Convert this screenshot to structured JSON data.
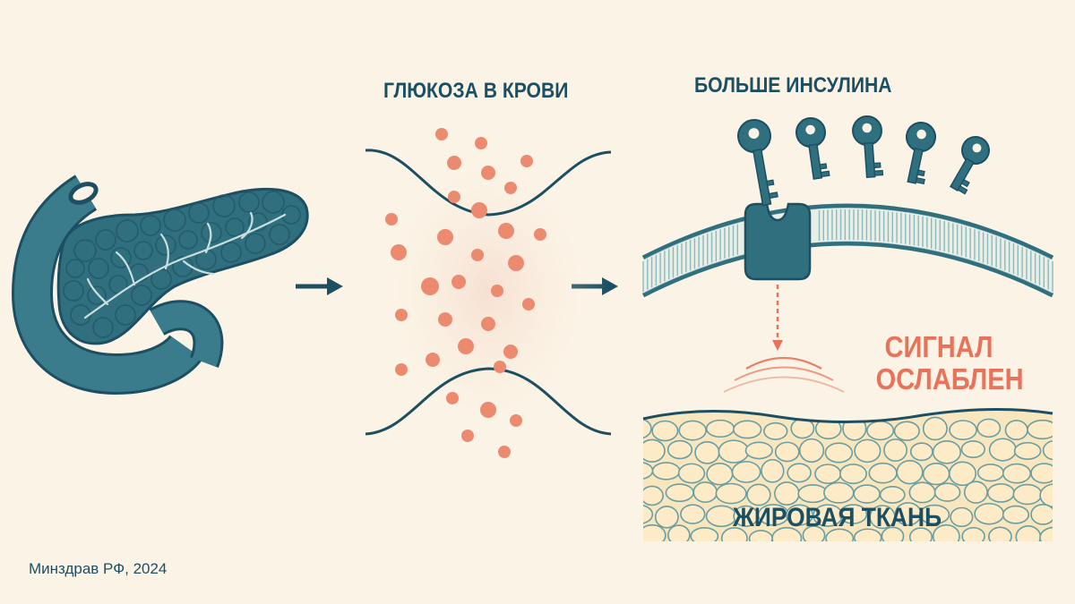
{
  "labels": {
    "glucose": "ГЛЮКОЗА В КРОВИ",
    "insulin": "БОЛЬШЕ ИНСУЛИНА",
    "signal_line1": "СИГНАЛ",
    "signal_line2": "ОСЛАБЛЕН",
    "fat_tissue": "ЖИРОВАЯ ТКАНЬ",
    "source": "Минздрав РФ, 2024"
  },
  "colors": {
    "background": "#fbf4e6",
    "teal": "#2f6f7e",
    "teal_dark": "#1d4f62",
    "glucose_dot": "#ec8a6f",
    "signal": "#e8735a",
    "fat_cell": "#fbe9c2"
  },
  "icons": [
    "pancreas-icon",
    "arrow-right-icon",
    "insulin-key-icon",
    "receptor-icon"
  ]
}
